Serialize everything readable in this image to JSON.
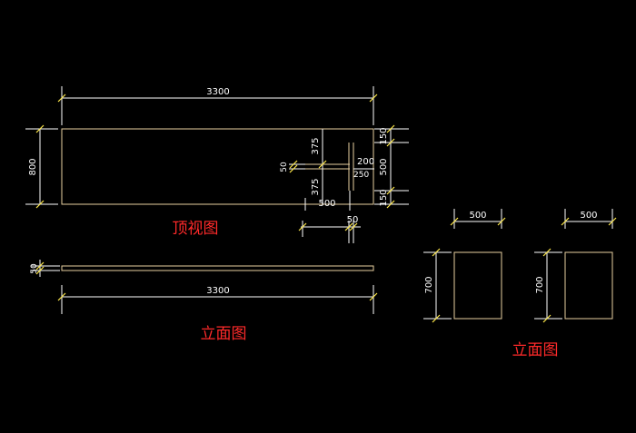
{
  "top_view": {
    "title": "顶视图",
    "dims": {
      "total_length": "3300",
      "depth": "800",
      "upper_gap": "375",
      "lower_gap": "375",
      "bar_thickness": "50",
      "bracket_width": "200",
      "bracket_offset": "250",
      "right_top": "150",
      "right_mid": "500",
      "right_bottom": "150",
      "inner_length": "500",
      "detail_width": "50"
    }
  },
  "elevation_board": {
    "title": "立面图",
    "dims": {
      "length": "3300",
      "thickness": "50"
    }
  },
  "elevation_legs": {
    "title": "立面图",
    "left": {
      "width": "500",
      "height": "700"
    },
    "right": {
      "width": "500",
      "height": "700"
    }
  }
}
